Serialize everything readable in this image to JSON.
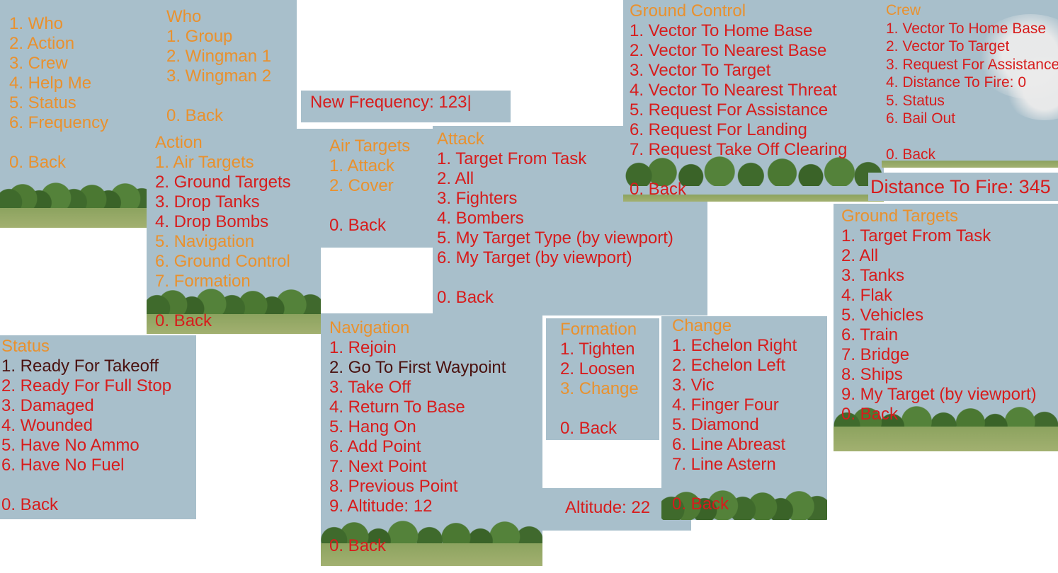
{
  "main_menu": {
    "items": [
      "1. Who",
      "2. Action",
      "3. Crew",
      "4. Help Me",
      "5. Status",
      "6. Frequency"
    ],
    "back": "0. Back"
  },
  "who_menu": {
    "title": "Who",
    "items": [
      "1. Group",
      "2. Wingman 1",
      "3. Wingman 2"
    ],
    "back": "0. Back"
  },
  "frequency_input": {
    "label": "New Frequency: 123|"
  },
  "action_menu": {
    "title": "Action",
    "items": [
      "1. Air Targets",
      "2. Ground Targets",
      "3. Drop Tanks",
      "4. Drop Bombs",
      "5. Navigation",
      "6. Ground Control",
      "7. Formation"
    ],
    "back": "0. Back"
  },
  "air_targets_menu": {
    "title": "Air Targets",
    "items": [
      "1. Attack",
      "2. Cover"
    ],
    "back": "0. Back"
  },
  "attack_menu": {
    "title": "Attack",
    "items": [
      "1. Target From Task",
      "2. All",
      "3. Fighters",
      "4. Bombers",
      "5. My Target Type (by viewport)",
      "6. My Target (by viewport)"
    ],
    "back": "0. Back"
  },
  "ground_control_menu": {
    "title": "Ground Control",
    "items": [
      "1. Vector To Home Base",
      "2. Vector To Nearest Base",
      "3. Vector To Target",
      "4. Vector To Nearest Threat",
      "5. Request For Assistance",
      "6. Request For Landing",
      "7. Request Take Off Clearing"
    ],
    "back": "0. Back"
  },
  "crew_menu": {
    "title": "Crew",
    "items": [
      "1. Vector To Home Base",
      "2. Vector To Target",
      "3. Request For Assistance",
      "4. Distance To Fire: 0",
      "5. Status",
      "6. Bail Out"
    ],
    "back": "0. Back"
  },
  "distance_readout": {
    "label": "Distance To Fire: 345"
  },
  "ground_targets_menu": {
    "title": "Ground Targets",
    "items": [
      "1. Target From Task",
      "2. All",
      "3. Tanks",
      "4. Flak",
      "5. Vehicles",
      "6. Train",
      "7. Bridge",
      "8. Ships",
      "9. My Target (by viewport)"
    ],
    "back": "0. Back"
  },
  "status_menu": {
    "title": "Status",
    "items": [
      "1. Ready For Takeoff",
      "2. Ready For Full Stop",
      "3. Damaged",
      "4. Wounded",
      "5. Have No Ammo",
      "6. Have No Fuel"
    ],
    "back": "0. Back"
  },
  "navigation_menu": {
    "title": "Navigation",
    "items": [
      "1. Rejoin",
      "2. Go To First Waypoint",
      "3. Take Off",
      "4. Return To Base",
      "5. Hang On",
      "6. Add Point",
      "7. Next Point",
      "8. Previous Point",
      "9. Altitude: 12"
    ],
    "back": "0. Back"
  },
  "formation_menu": {
    "title": "Formation",
    "items": [
      "1. Tighten",
      "2. Loosen",
      "3. Change"
    ],
    "back": "0. Back"
  },
  "change_menu": {
    "title": "Change",
    "items": [
      "1. Echelon Right",
      "2. Echelon Left",
      "3. Vic",
      "4. Finger Four",
      "5. Diamond",
      "6. Line Abreast",
      "7. Line Astern"
    ],
    "back": "0. Back"
  },
  "altitude_input": {
    "label": "Altitude: 22"
  },
  "colors": {
    "menu_title": "#e9912e",
    "menu_item_active": "#d71c1c",
    "menu_item_selected": "#4a1210",
    "panel_sky": "#a8bfcb"
  }
}
